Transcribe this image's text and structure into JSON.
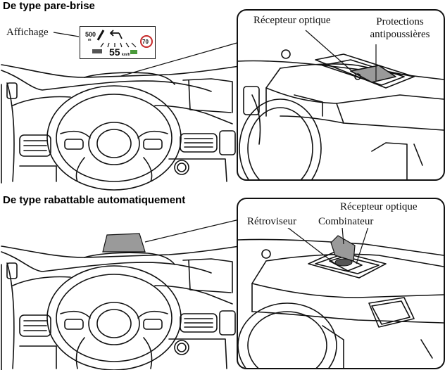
{
  "sections": [
    {
      "title": "De type pare-brise",
      "callout_left": "Affichage",
      "inset_labels": [
        "Récepteur optique",
        "Protections",
        "antipoussières"
      ],
      "hud": {
        "limit": "500",
        "unit_small": "m",
        "speed": "55",
        "speed_unit": "km/h",
        "sign": "70"
      }
    },
    {
      "title": "De type rabattable automatiquement",
      "inset_labels": [
        "Rétroviseur",
        "Combinateur",
        "Récepteur optique"
      ]
    }
  ]
}
